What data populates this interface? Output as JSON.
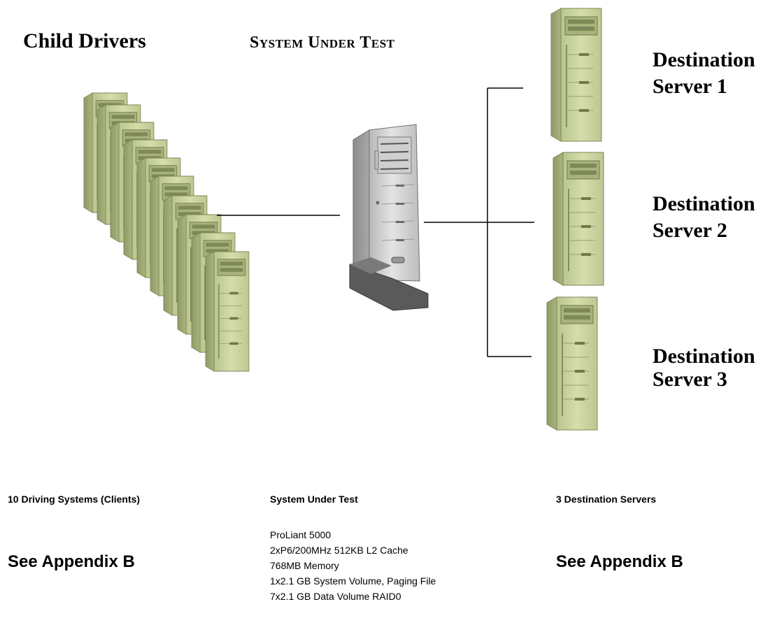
{
  "headings": {
    "child_drivers": "Child Drivers",
    "system_under_test": "System Under Test"
  },
  "destinations": [
    {
      "line1": "Destination",
      "line2": "Server 1"
    },
    {
      "line1": "Destination",
      "line2": "Server 2"
    },
    {
      "line1": "Destination",
      "line2": "Server 3"
    }
  ],
  "clients": {
    "count_label": "10  Driving Systems (Clients)",
    "see": "See Appendix B"
  },
  "sut": {
    "label": "System Under Test",
    "specs": [
      "ProLiant 5000",
      "2xP6/200MHz 512KB L2 Cache",
      "768MB Memory",
      "1x2.1 GB System Volume, Paging File",
      "7x2.1 GB Data Volume RAID0"
    ]
  },
  "servers": {
    "count_label": "3 Destination Servers",
    "see": "See Appendix B"
  },
  "colors": {
    "tower_green": "#c9d4a0",
    "tower_green_dark": "#8f9a68",
    "tower_green_light": "#e8eccb",
    "sut_gray": "#d2d2d2",
    "sut_gray_dark": "#8c8c8c",
    "line": "#000000"
  },
  "icons": {
    "client_tower": "green-server-tower-icon",
    "sut_tower": "gray-server-tower-icon",
    "dest_tower": "green-server-tower-icon"
  }
}
